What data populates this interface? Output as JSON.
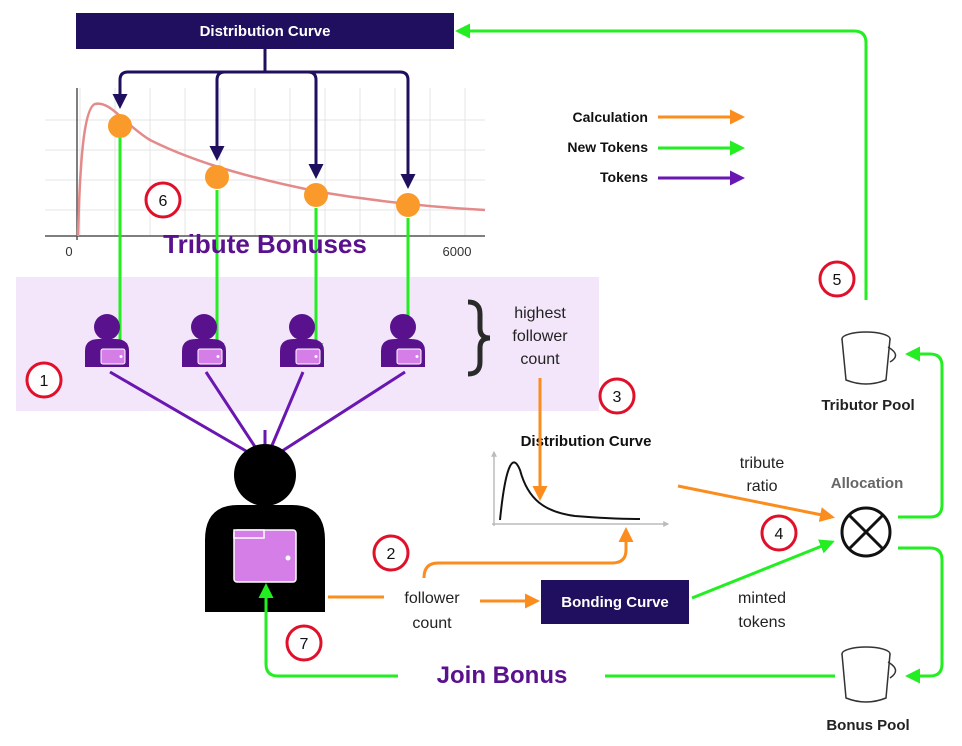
{
  "title_box": "Distribution Curve",
  "legend": [
    {
      "label": "Calculation",
      "color": "#fb8c1e"
    },
    {
      "label": "New Tokens",
      "color": "#22ee22"
    },
    {
      "label": "Tokens",
      "color": "#5b10a0"
    }
  ],
  "chart": {
    "tick_start": "0",
    "tick_end": "6000"
  },
  "tribute_bonuses": "Tribute Bonuses",
  "brace_label": {
    "line1": "highest",
    "line2": "follower",
    "line3": "count"
  },
  "mini_curve_title": "Distribution Curve",
  "tribute_ratio": {
    "line1": "tribute",
    "line2": "ratio"
  },
  "allocation": "Allocation",
  "tributor_pool": "Tributor Pool",
  "bonus_pool": "Bonus Pool",
  "follower_count": {
    "line1": "follower",
    "line2": "count"
  },
  "bonding_curve": "Bonding Curve",
  "minted_tokens": {
    "line1": "minted",
    "line2": "tokens"
  },
  "join_bonus": "Join Bonus",
  "steps": [
    "1",
    "2",
    "3",
    "4",
    "5",
    "6",
    "7"
  ],
  "colors": {
    "navy": "#1f0f5e",
    "green": "#22ee22",
    "orange": "#fb8c1e",
    "purple": "#6a16b0",
    "lavender": "#f3e6fb",
    "wallet": "#d67ee8",
    "badge_red": "#e0102a"
  }
}
